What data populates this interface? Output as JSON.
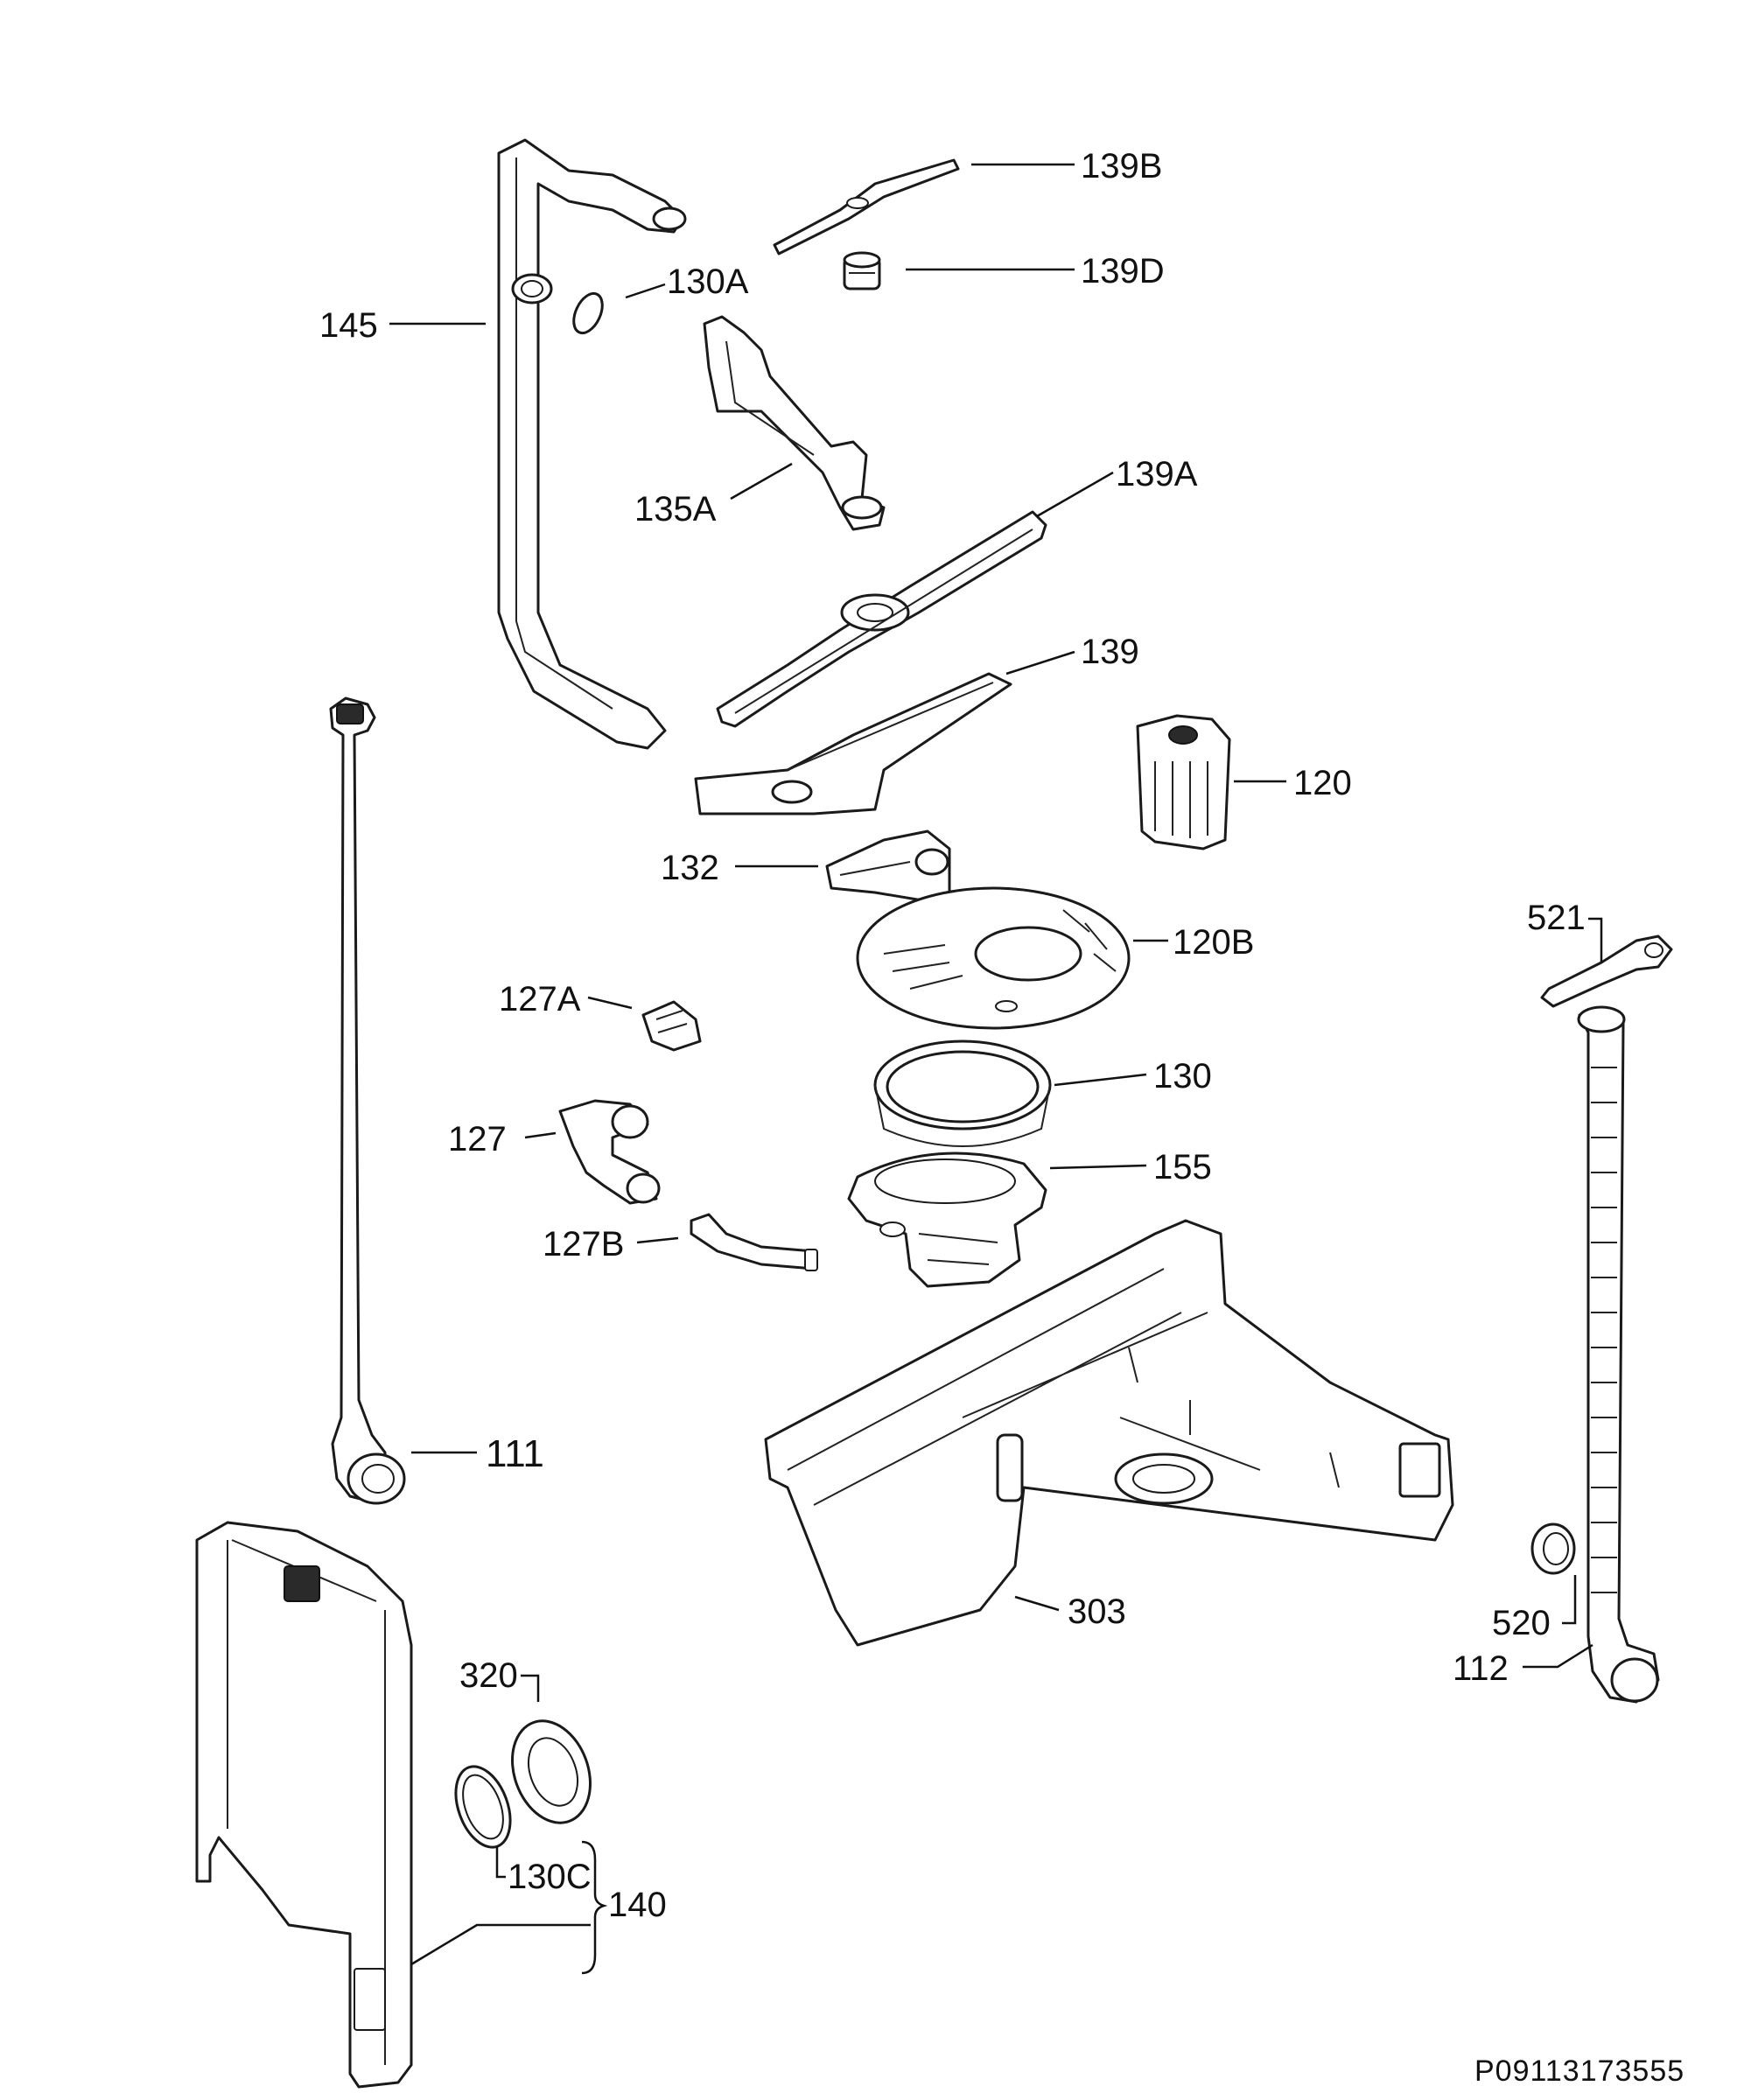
{
  "labels": {
    "l145": "145",
    "l130A": "130A",
    "l139B": "139B",
    "l139D": "139D",
    "l135A": "135A",
    "l139A": "139A",
    "l139": "139",
    "l120": "120",
    "l132": "132",
    "l120B": "120B",
    "l127A": "127A",
    "l130": "130",
    "l127": "127",
    "l155": "155",
    "l127B": "127B",
    "l111": "111",
    "l303": "303",
    "l521": "521",
    "l520": "520",
    "l112": "112",
    "l320": "320",
    "l130C": "130C",
    "l140": "140"
  },
  "document_id": "P09113173555"
}
